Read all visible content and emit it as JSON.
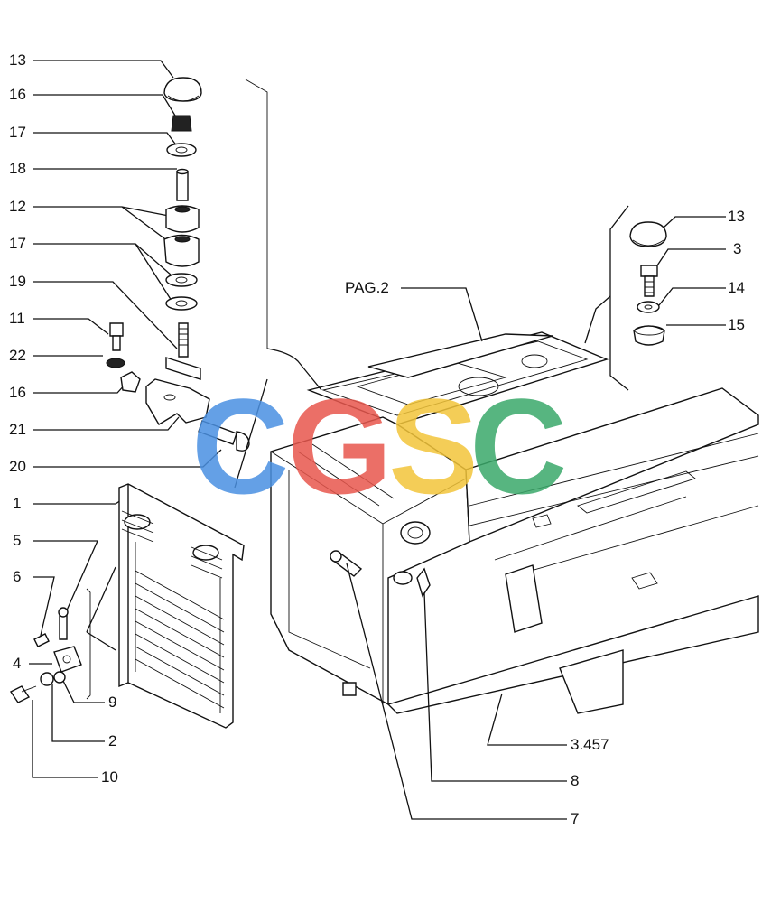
{
  "diagram": {
    "labels_left": [
      "13",
      "16",
      "17",
      "18",
      "12",
      "17",
      "19",
      "11",
      "22",
      "16",
      "21",
      "20",
      "1",
      "5",
      "6",
      "4",
      "9",
      "2",
      "10"
    ],
    "labels_right": [
      "13",
      "3",
      "14",
      "15"
    ],
    "page_ref": "PAG.2",
    "bottom_labels": [
      "3.457",
      "8",
      "7"
    ],
    "watermark": [
      "C",
      "G",
      "S",
      "C"
    ],
    "watermark_colors": [
      "#4a90e2",
      "#e8574d",
      "#f3c53a",
      "#3aa96a"
    ]
  }
}
